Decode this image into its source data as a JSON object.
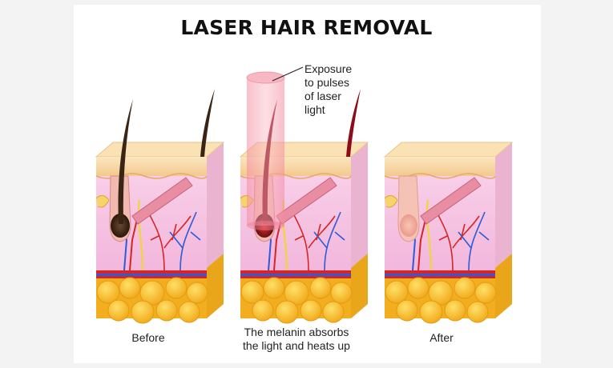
{
  "title": "LASER HAIR REMOVAL",
  "callout": {
    "line1": "Exposure",
    "line2": "to pulses",
    "line3": "of laser",
    "line4": "light"
  },
  "captions": {
    "before": "Before",
    "melanin_line1": "The melanin absorbs",
    "melanin_line2": "the light and heats up",
    "after": "After"
  },
  "colors": {
    "skin_top": "#f8dca8",
    "dermis": "#f7c6e4",
    "fat": "#f4b623",
    "hair_dark": "#3a2414",
    "hair_heated": "#8b0d1a",
    "laser": "#f6a5b2",
    "vein": "#2e5bd6",
    "artery": "#d82424"
  }
}
